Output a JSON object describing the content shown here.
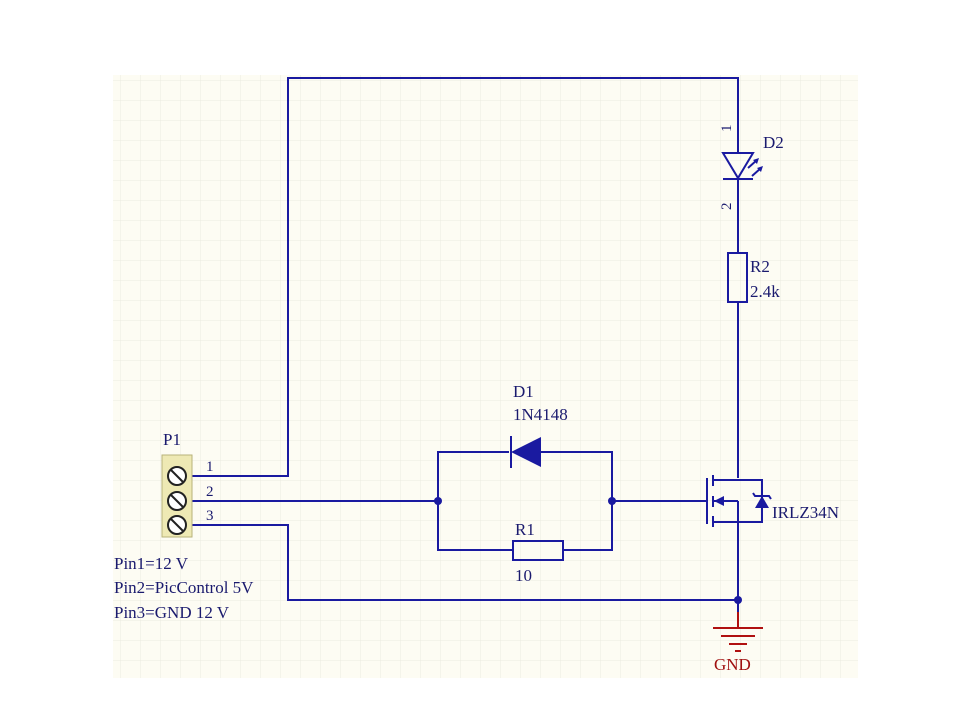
{
  "colors": {
    "wire": "#1a1aa0",
    "text": "#1a1a6e",
    "ground": "#b01010",
    "sheet": "#fdfcf3",
    "grid": "#ecebe0",
    "connector_body": "#eee9b4"
  },
  "connector": {
    "ref": "P1",
    "pins": [
      "1",
      "2",
      "3"
    ],
    "notes": [
      "Pin1=12 V",
      "Pin2=PicControl 5V",
      "Pin3=GND 12 V"
    ]
  },
  "led": {
    "ref": "D2",
    "pin_top": "1",
    "pin_bottom": "2"
  },
  "r2": {
    "ref": "R2",
    "value": "2.4k"
  },
  "d1": {
    "ref": "D1",
    "value": "1N4148"
  },
  "r1": {
    "ref": "R1",
    "value": "10"
  },
  "mosfet": {
    "value": "IRLZ34N"
  },
  "ground": {
    "label": "GND"
  }
}
